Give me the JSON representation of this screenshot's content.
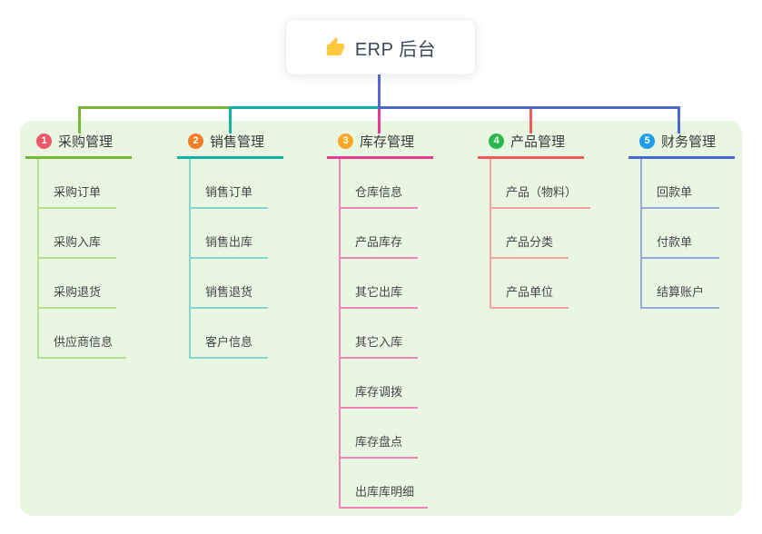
{
  "root": {
    "label": "ERP 后台",
    "icon": "thumbs-up",
    "icon_color": "#ffc83d",
    "stem_color": "#5a68d4"
  },
  "branches": [
    {
      "num": "1",
      "title": "采购管理",
      "badge_color": "#ee5769",
      "line_color": "#76b836",
      "child_line_color": "#b6dd90",
      "children": [
        "采购订单",
        "采购入库",
        "采购退货",
        "供应商信息"
      ]
    },
    {
      "num": "2",
      "title": "销售管理",
      "badge_color": "#f57d24",
      "line_color": "#14b0a6",
      "child_line_color": "#84d6ce",
      "children": [
        "销售订单",
        "销售出库",
        "销售退货",
        "客户信息"
      ]
    },
    {
      "num": "3",
      "title": "库存管理",
      "badge_color": "#f7a825",
      "line_color": "#e73c96",
      "child_line_color": "#f283b7",
      "children": [
        "仓库信息",
        "产品库存",
        "其它出库",
        "其它入库",
        "库存调拨",
        "库存盘点",
        "出库库明细"
      ]
    },
    {
      "num": "4",
      "title": "产品管理",
      "badge_color": "#29b94f",
      "line_color": "#f15b5b",
      "child_line_color": "#f7a3a1",
      "children": [
        "产品（物料）",
        "产品分类",
        "产品单位"
      ]
    },
    {
      "num": "5",
      "title": "财务管理",
      "badge_color": "#1d9de9",
      "line_color": "#4a6ace",
      "child_line_color": "#98a9e2",
      "children": [
        "回款单",
        "付款单",
        "结算账户"
      ]
    }
  ]
}
